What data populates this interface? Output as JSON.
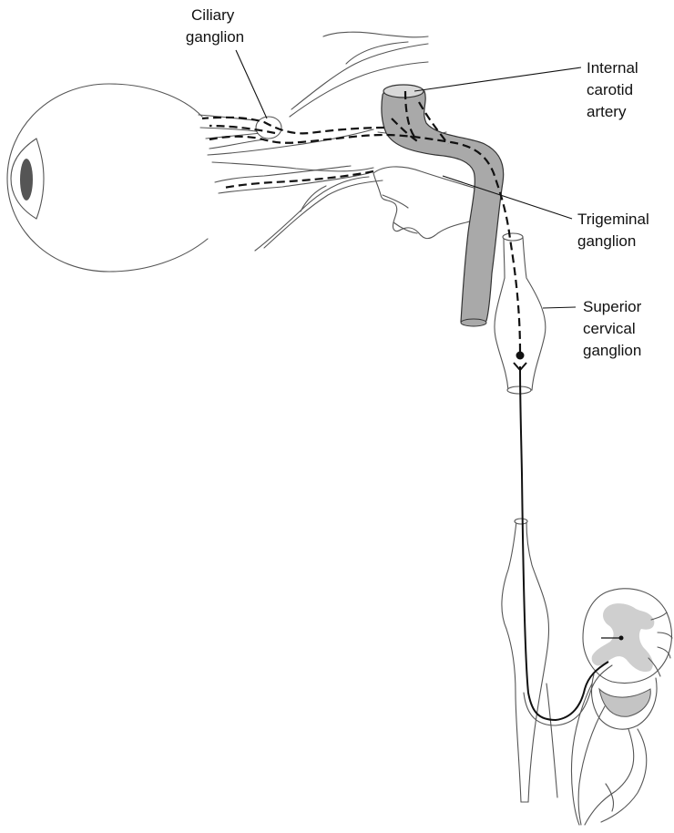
{
  "labels": {
    "ciliary_ganglion": [
      "Ciliary",
      "ganglion"
    ],
    "internal_carotid_artery": [
      "Internal",
      "carotid",
      "artery"
    ],
    "trigeminal_ganglion": [
      "Trigeminal",
      "ganglion"
    ],
    "superior_cervical_ganglion": [
      "Superior",
      "cervical",
      "ganglion"
    ]
  }
}
